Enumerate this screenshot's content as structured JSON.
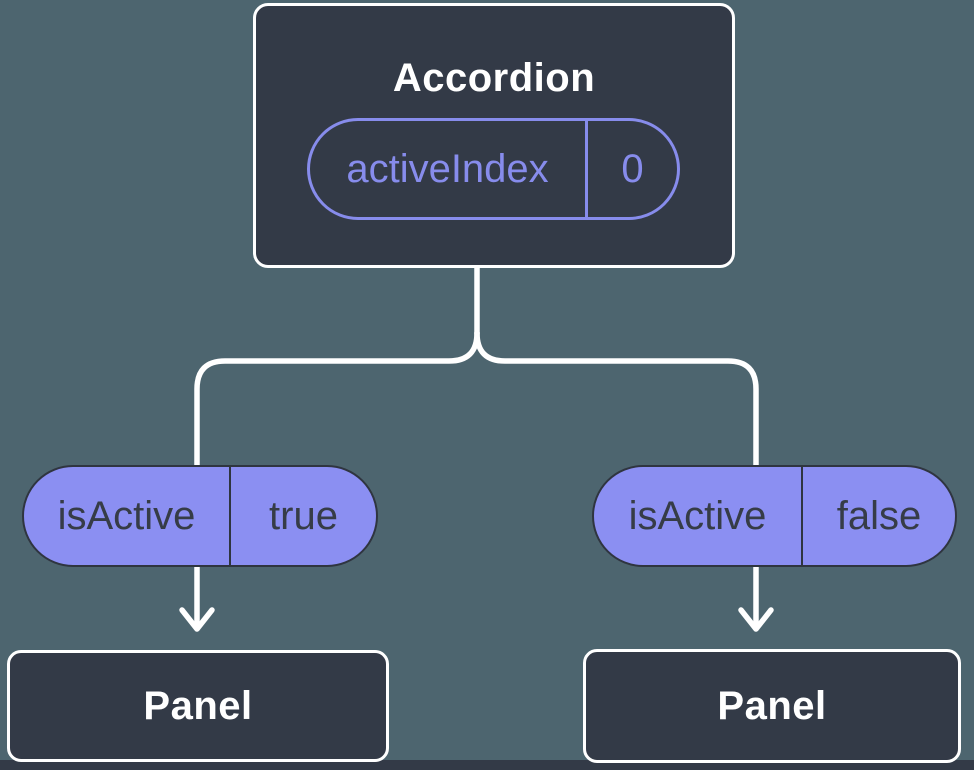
{
  "colors": {
    "background": "#4d656f",
    "node_background": "#333a47",
    "node_border": "#ffffff",
    "connector": "#ffffff",
    "accent_purple": "#878cec",
    "state_pill_fill": "#8b8ff2",
    "state_pill_border": "#2f3540",
    "state_pill_text": "#363c47",
    "bottom_band": "#333a47"
  },
  "diagram": {
    "root": {
      "title": "Accordion",
      "prop": {
        "name": "activeIndex",
        "value": "0"
      }
    },
    "children": [
      {
        "prop": {
          "name": "isActive",
          "value": "true"
        },
        "title": "Panel"
      },
      {
        "prop": {
          "name": "isActive",
          "value": "false"
        },
        "title": "Panel"
      }
    ]
  }
}
